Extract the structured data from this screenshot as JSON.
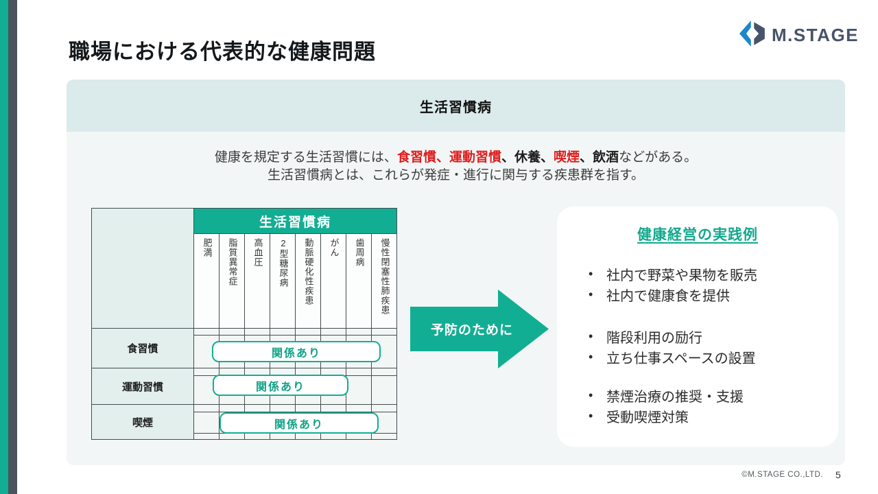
{
  "slide": {
    "title": "職場における代表的な健康問題",
    "footer": {
      "copyright": "©M.STAGE CO.,LTD.",
      "page_number": "5"
    }
  },
  "logo": {
    "text": "M.STAGE"
  },
  "card": {
    "band_title": "生活習慣病",
    "intro": {
      "line1_segments": [
        {
          "text": "健康を規定する生活習慣には、",
          "style": "normal"
        },
        {
          "text": "食習慣、",
          "style": "red"
        },
        {
          "text": "運動習慣",
          "style": "red"
        },
        {
          "text": "、",
          "style": "bold"
        },
        {
          "text": "休養",
          "style": "bold"
        },
        {
          "text": "、",
          "style": "bold"
        },
        {
          "text": "喫煙",
          "style": "red"
        },
        {
          "text": "、",
          "style": "bold"
        },
        {
          "text": "飲酒",
          "style": "bold"
        },
        {
          "text": "などがある。",
          "style": "normal"
        }
      ],
      "line2": "生活習慣病とは、これらが発症・進行に関与する疾患群を指す。"
    }
  },
  "table": {
    "header": "生活習慣病",
    "columns": [
      "肥満",
      "脂質異常症",
      "高血圧",
      "2型糖尿病",
      "動脈硬化性疾患",
      "がん",
      "歯周病",
      "慢性閉塞性肺疾患"
    ],
    "rows": [
      {
        "label": "食習慣",
        "badge": "関係あり"
      },
      {
        "label": "運動習慣",
        "badge": "関係あり"
      },
      {
        "label": "喫煙",
        "badge": "関係あり"
      }
    ]
  },
  "arrow": {
    "label": "予防のために"
  },
  "panel": {
    "title": "健康経営の実践例",
    "groups": [
      [
        "社内で野菜や果物を販売",
        "社内で健康食を提供"
      ],
      [
        "階段利用の励行",
        "立ち仕事スペースの設置"
      ],
      [
        "禁煙治療の推奨・支援",
        "受動喫煙対策"
      ]
    ]
  },
  "colors": {
    "accent_teal": "#12AE93",
    "light_teal_cell": "#E2EFEC",
    "band_bg": "#DBEAEA",
    "card_bg": "#F3F6F6",
    "emphasis_red": "#E11D1D",
    "logo_blue": "#1C87C9",
    "logo_slate": "#47536B",
    "sidebar_slate": "#4A545C"
  }
}
